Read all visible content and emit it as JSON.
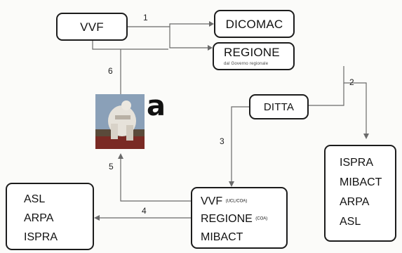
{
  "nodes": {
    "vvf": "VVF",
    "dicomac": "DICOMAC",
    "regione": "REGIONE",
    "regione_sub": "dal Governo regionale",
    "ditta": "DITTA",
    "vvf_ucl_label": "VVF",
    "vvf_ucl_sub": "(UCL/COA)",
    "regione_coa_label": "REGIONE",
    "regione_coa_sub": "(COA)",
    "mibact_center": "MIBACT"
  },
  "right_list": [
    "ISPRA",
    "MIBACT",
    "ARPA",
    "ASL"
  ],
  "left_list": [
    "ASL",
    "ARPA",
    "ISPRA"
  ],
  "edge_numbers": {
    "n1": "1",
    "n2": "2",
    "n3": "3",
    "n4": "4",
    "n5": "5",
    "n6": "6"
  },
  "figure_letter": "a",
  "colors": {
    "line": "#6a6a6a",
    "border": "#1c1c1c"
  }
}
